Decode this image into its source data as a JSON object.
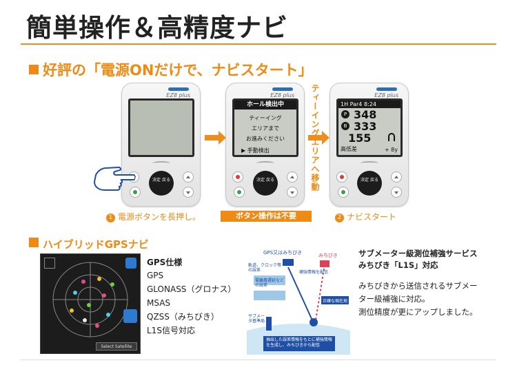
{
  "title": "簡単操作＆高精度ナビ",
  "section1": {
    "heading": "好評の「電源ONだけで、ナビスタート」",
    "device_brand": "EZ8 plus",
    "dial_label": "決定 戻る",
    "screen2": {
      "header": "ホール検出中",
      "lines": [
        "ティーイング",
        "エリアまで",
        "お進みください"
      ],
      "manual": "▶ 手動検出"
    },
    "screen3": {
      "top": "1H Par4  8:24",
      "badge_p": "P",
      "badge_b": "B",
      "dist1": "348",
      "dist2": "333",
      "dist3": "155",
      "elev_label": "高低差",
      "elev_value": "+ 8y"
    },
    "side_text": "ティーイングエリアへ移動",
    "steps": [
      {
        "num": "1",
        "label": "電源ボタンを長押し。"
      },
      {
        "num": "",
        "label": "ボタン操作は不要"
      },
      {
        "num": "2",
        "label": "ナビスタート"
      }
    ]
  },
  "section2": {
    "heading": "ハイブリッドGPSナビ",
    "sat_button": "Select Satellite",
    "gps_title": "GPS仕様",
    "gps_items": [
      "GPS",
      "GLONASS（グロナス）",
      "MSAS",
      "QZSS（みちびき）",
      "L1S信号対応"
    ],
    "diagram": {
      "label_sats": "GPS又はみちびき",
      "label_michibiki": "みちびき",
      "label_orbit": "軌道、クロック等の誤差",
      "label_correction": "補強情報を配信",
      "label_error": "電離層遅延などの誤差",
      "label_position": "正確な現在地",
      "label_station": "サブメータ基準局",
      "label_bottom": "抽出した誤差情報をもとに補強情報を生成し、みちびきから配信"
    },
    "sub_title": [
      "サブメーター級測位補強サービス",
      "みちびき「L1S」対応"
    ],
    "sub_desc": [
      "みちびきから送信されるサブメー",
      "ター級補強に対応。",
      "測位精度が更にアップしました。"
    ]
  }
}
